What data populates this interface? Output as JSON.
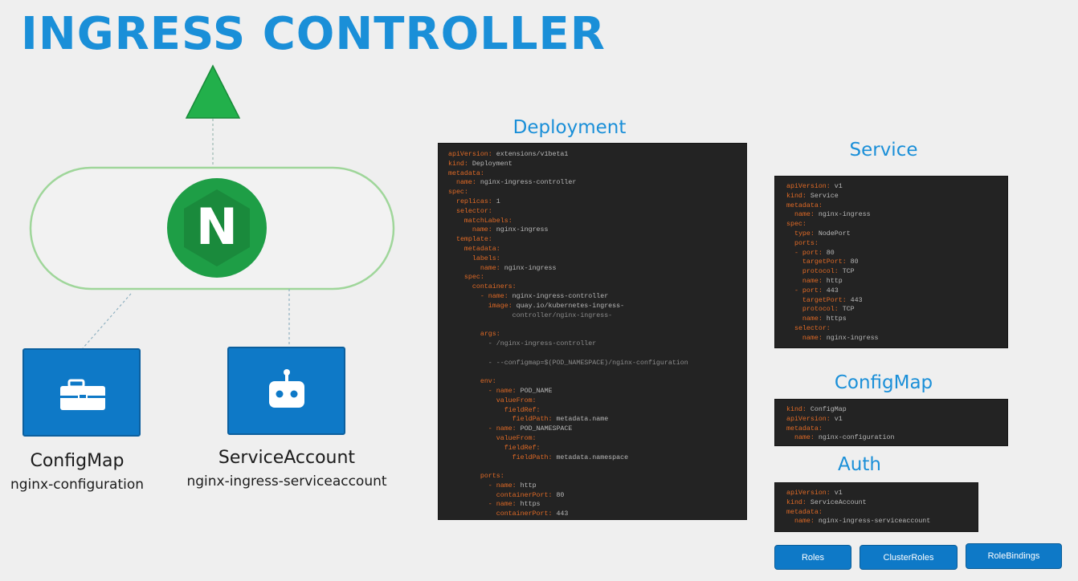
{
  "title": "INGRESS CONTROLLER",
  "controller": {
    "logo_letter": "N"
  },
  "configmap_resource": {
    "name": "ConfigMap",
    "sub": "nginx-configuration",
    "icon": "toolbox-icon"
  },
  "serviceaccount_resource": {
    "name": "ServiceAccount",
    "sub": "nginx-ingress-serviceaccount",
    "icon": "robot-icon"
  },
  "sections": {
    "deployment": "Deployment",
    "service": "Service",
    "configmap": "ConfigMap",
    "auth": "Auth"
  },
  "deployment_yaml": [
    {
      "i": 0,
      "k": "apiVersion:",
      "v": "extensions/v1beta1"
    },
    {
      "i": 0,
      "k": "kind:",
      "v": "Deployment"
    },
    {
      "i": 0,
      "k": "metadata:",
      "v": ""
    },
    {
      "i": 1,
      "k": "name:",
      "v": "nginx-ingress-controller"
    },
    {
      "i": 0,
      "k": "spec:",
      "v": ""
    },
    {
      "i": 1,
      "k": "replicas:",
      "v": "1"
    },
    {
      "i": 1,
      "k": "selector:",
      "v": ""
    },
    {
      "i": 2,
      "k": "matchLabels:",
      "v": ""
    },
    {
      "i": 3,
      "k": "name:",
      "v": "nginx-ingress"
    },
    {
      "i": 1,
      "k": "template:",
      "v": ""
    },
    {
      "i": 2,
      "k": "metadata:",
      "v": ""
    },
    {
      "i": 3,
      "k": "labels:",
      "v": ""
    },
    {
      "i": 4,
      "k": "name:",
      "v": "nginx-ingress"
    },
    {
      "i": 2,
      "k": "spec:",
      "v": ""
    },
    {
      "i": 3,
      "k": "containers:",
      "v": ""
    },
    {
      "i": 4,
      "k": "- name:",
      "v": "nginx-ingress-controller"
    },
    {
      "i": 5,
      "k": "image:",
      "v": "quay.io/kubernetes-ingress-"
    },
    {
      "i": 8,
      "k": "",
      "v": "controller/nginx-ingress-"
    },
    {
      "i": 0,
      "k": "",
      "v": ""
    },
    {
      "i": 4,
      "k": "args:",
      "v": ""
    },
    {
      "i": 5,
      "k": "",
      "v": "- /nginx-ingress-controller"
    },
    {
      "i": 0,
      "k": "",
      "v": ""
    },
    {
      "i": 5,
      "k": "",
      "v": "- --configmap=$(POD_NAMESPACE)/nginx-configuration"
    },
    {
      "i": 0,
      "k": "",
      "v": ""
    },
    {
      "i": 4,
      "k": "env:",
      "v": ""
    },
    {
      "i": 5,
      "k": "- name:",
      "v": "POD_NAME"
    },
    {
      "i": 6,
      "k": "valueFrom:",
      "v": ""
    },
    {
      "i": 7,
      "k": "fieldRef:",
      "v": ""
    },
    {
      "i": 8,
      "k": "fieldPath:",
      "v": "metadata.name"
    },
    {
      "i": 5,
      "k": "- name:",
      "v": "POD_NAMESPACE"
    },
    {
      "i": 6,
      "k": "valueFrom:",
      "v": ""
    },
    {
      "i": 7,
      "k": "fieldRef:",
      "v": ""
    },
    {
      "i": 8,
      "k": "fieldPath:",
      "v": "metadata.namespace"
    },
    {
      "i": 0,
      "k": "",
      "v": ""
    },
    {
      "i": 4,
      "k": "ports:",
      "v": ""
    },
    {
      "i": 5,
      "k": "- name:",
      "v": "http"
    },
    {
      "i": 6,
      "k": "containerPort:",
      "v": "80"
    },
    {
      "i": 5,
      "k": "- name:",
      "v": "https"
    },
    {
      "i": 6,
      "k": "containerPort:",
      "v": "443"
    }
  ],
  "service_yaml": [
    {
      "i": 0,
      "k": "apiVersion:",
      "v": "v1"
    },
    {
      "i": 0,
      "k": "kind:",
      "v": "Service"
    },
    {
      "i": 0,
      "k": "metadata:",
      "v": ""
    },
    {
      "i": 1,
      "k": "name:",
      "v": "nginx-ingress"
    },
    {
      "i": 0,
      "k": "spec:",
      "v": ""
    },
    {
      "i": 1,
      "k": "type:",
      "v": "NodePort"
    },
    {
      "i": 1,
      "k": "ports:",
      "v": ""
    },
    {
      "i": 1,
      "k": "- port:",
      "v": "80"
    },
    {
      "i": 2,
      "k": "targetPort:",
      "v": "80"
    },
    {
      "i": 2,
      "k": "protocol:",
      "v": "TCP"
    },
    {
      "i": 2,
      "k": "name:",
      "v": "http"
    },
    {
      "i": 1,
      "k": "- port:",
      "v": "443"
    },
    {
      "i": 2,
      "k": "targetPort:",
      "v": "443"
    },
    {
      "i": 2,
      "k": "protocol:",
      "v": "TCP"
    },
    {
      "i": 2,
      "k": "name:",
      "v": "https"
    },
    {
      "i": 1,
      "k": "selector:",
      "v": ""
    },
    {
      "i": 2,
      "k": "name:",
      "v": "nginx-ingress"
    }
  ],
  "configmap_yaml": [
    {
      "i": 0,
      "k": "kind:",
      "v": "ConfigMap"
    },
    {
      "i": 0,
      "k": "apiVersion:",
      "v": "v1"
    },
    {
      "i": 0,
      "k": "metadata:",
      "v": ""
    },
    {
      "i": 1,
      "k": "name:",
      "v": "nginx-configuration"
    }
  ],
  "auth_yaml": [
    {
      "i": 0,
      "k": "apiVersion:",
      "v": "v1"
    },
    {
      "i": 0,
      "k": "kind:",
      "v": "ServiceAccount"
    },
    {
      "i": 0,
      "k": "metadata:",
      "v": ""
    },
    {
      "i": 1,
      "k": "name:",
      "v": "nginx-ingress-serviceaccount"
    }
  ],
  "auth_buttons": {
    "roles": "Roles",
    "clusterroles": "ClusterRoles",
    "rolebindings": "RoleBindings"
  },
  "colors": {
    "accent": "#1a8fd8",
    "nginx_green": "#1e9e46",
    "arrow_green": "#22b04b",
    "capsule_border": "#9fd69a",
    "resource_blue": "#0e79c7",
    "code_bg": "#232323",
    "yaml_key": "#e06a25"
  }
}
